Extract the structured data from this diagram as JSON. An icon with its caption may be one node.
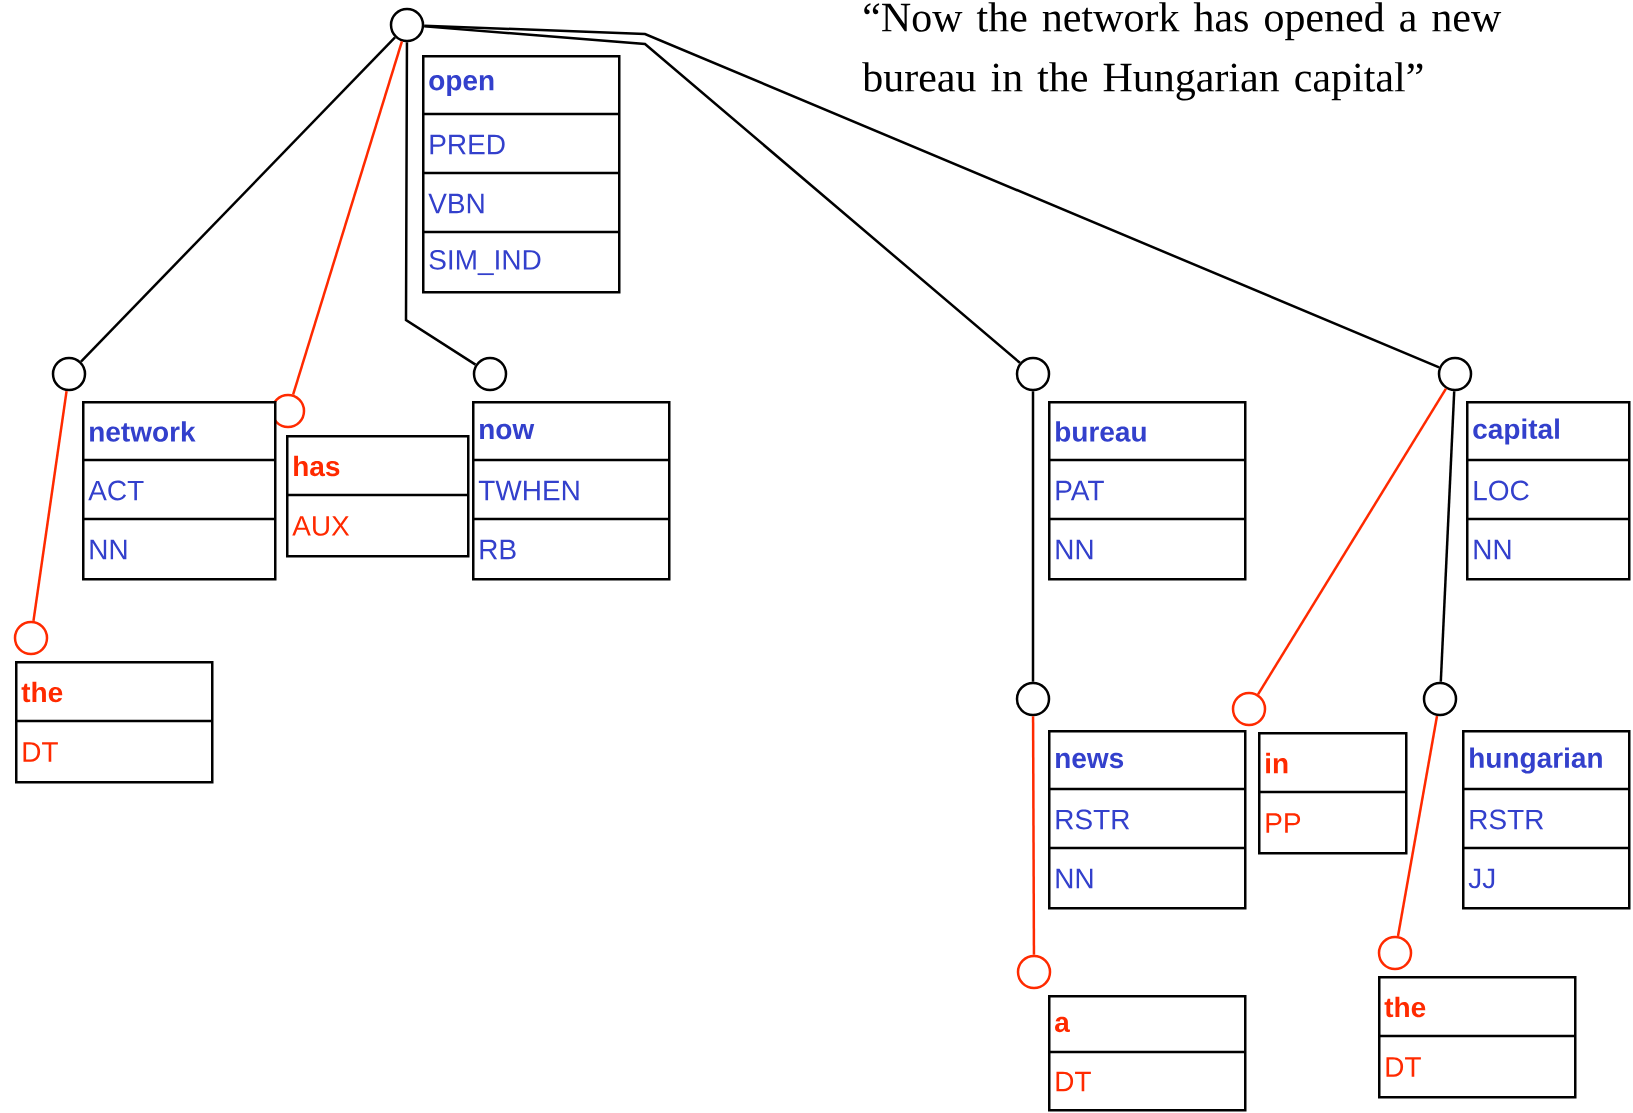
{
  "diagram": {
    "title": "“Now the network has opened a new bureau in the Hungarian capital”",
    "nodes": [
      {
        "text": [],
        "shape": "circle"
      },
      {
        "text": [
          "open",
          "PRED",
          "VBN",
          "SIM_IND"
        ]
      },
      {
        "text": [],
        "shape": "circle"
      },
      {
        "text": [],
        "shape": "circle"
      },
      {
        "text": [],
        "shape": "circle"
      },
      {
        "text": [],
        "shape": "circle"
      },
      {
        "text": [],
        "shape": "circle"
      },
      {
        "text": [
          "network",
          "ACT",
          "NN"
        ]
      },
      {
        "text": [
          "has",
          "AUX"
        ]
      },
      {
        "text": [
          "now",
          "TWHEN",
          "RB"
        ]
      },
      {
        "text": [
          "bureau",
          "PAT",
          "NN"
        ]
      },
      {
        "text": [
          "capital",
          "LOC",
          "NN"
        ]
      },
      {
        "text": [],
        "shape": "circle"
      },
      {
        "text": [],
        "shape": "circle"
      },
      {
        "text": [],
        "shape": "circle"
      },
      {
        "text": [],
        "shape": "circle"
      },
      {
        "text": [
          "the",
          "DT"
        ]
      },
      {
        "text": [
          "news",
          "RSTR",
          "NN"
        ]
      },
      {
        "text": [
          "in",
          "PP"
        ]
      },
      {
        "text": [
          "hungarian",
          "RSTR",
          "JJ"
        ]
      },
      {
        "text": [],
        "shape": "circle"
      },
      {
        "text": [],
        "shape": "circle"
      },
      {
        "text": [
          "a",
          "DT"
        ]
      },
      {
        "text": [
          "the",
          "DT"
        ]
      }
    ],
    "edges": [
      {
        "from": 0,
        "to": 2,
        "arrow": "none"
      },
      {
        "from": 0,
        "to": 3,
        "arrow": "none",
        "color": "#ff2a00"
      },
      {
        "from": 0,
        "to": 4,
        "arrow": "none"
      },
      {
        "from": 0,
        "to": 5,
        "arrow": "none"
      },
      {
        "from": 0,
        "to": 6,
        "arrow": "none"
      },
      {
        "from": 2,
        "to": 12,
        "arrow": "none",
        "color": "#ff2a00"
      },
      {
        "from": 5,
        "to": 13,
        "arrow": "none"
      },
      {
        "from": 6,
        "to": 14,
        "arrow": "none",
        "color": "#ff2a00"
      },
      {
        "from": 6,
        "to": 15,
        "arrow": "none"
      },
      {
        "from": 13,
        "to": 20,
        "arrow": "none",
        "color": "#ff2a00"
      },
      {
        "from": 15,
        "to": 21,
        "arrow": "none",
        "color": "#ff2a00"
      }
    ]
  }
}
